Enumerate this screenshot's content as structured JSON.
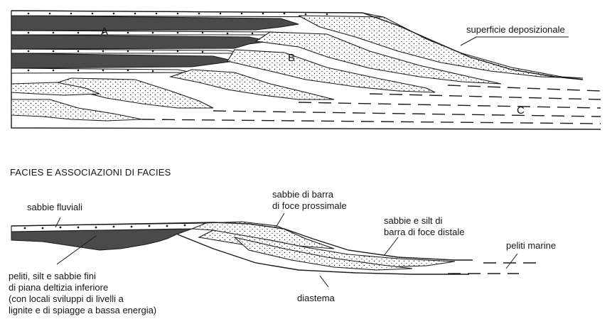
{
  "upper_section": {
    "labels": {
      "a": "A",
      "b": "B",
      "c": "C",
      "surface": "superficie deposizionale"
    }
  },
  "lower_section": {
    "title": "FACIES E ASSOCIAZIONI DI FACIES",
    "labels": {
      "fluvial_sands": "sabbie fluviali",
      "proximal_bar_line1": "sabbie di barra",
      "proximal_bar_line2": "di foce prossimale",
      "distal_bar_line1": "sabbie e silt di",
      "distal_bar_line2": "barra di foce distale",
      "marine_pelites": "peliti marine",
      "delta_plain_line1": "peliti, silt e sabbie fini",
      "delta_plain_line2": "di piana deltizia inferiore",
      "delta_plain_line3": "(con locali sviluppi di livelli a",
      "delta_plain_line4": "lignite e di spiagge a bassa energia)",
      "diastem": "diastema"
    }
  },
  "colors": {
    "ink": "#1a1a1a",
    "dark_facies": "#4a4a4a",
    "paper": "#ffffff"
  }
}
